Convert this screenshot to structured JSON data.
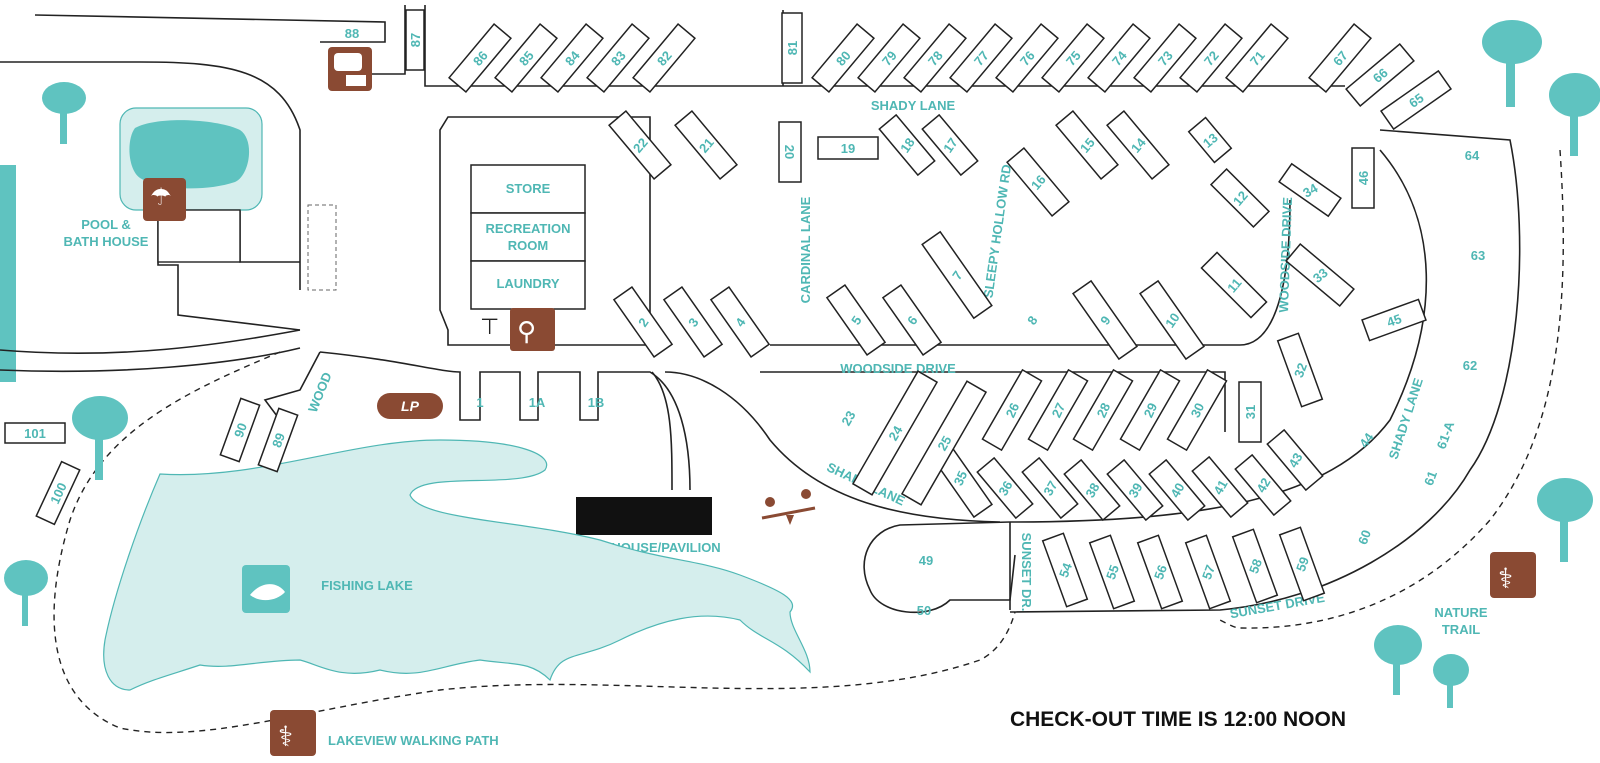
{
  "labels": {
    "pool": [
      "POOL &",
      "BATH HOUSE"
    ],
    "store": "STORE",
    "recreation": [
      "RECREATION",
      "ROOM"
    ],
    "laundry": "LAUNDRY",
    "lp": "LP",
    "clubhouse": "CLUBHOUSE/PAVILION",
    "fishing_lake": "FISHING LAKE",
    "nature_trail": [
      "NATURE",
      "TRAIL"
    ],
    "walking_path": "LAKEVIEW WALKING PATH",
    "checkout": "CHECK-OUT TIME IS 12:00 NOON"
  },
  "roads": {
    "shady_lane_top": "SHADY LANE",
    "cardinal": "CARDINAL LANE",
    "sleepy_hollow": "SLEEPY  HOLLOW  RD.",
    "woodside_v": "WOODSIDE  DRIVE",
    "woodside_h": "WOODSIDE DRIVE",
    "shady_lane_mid": "SHADY LANE",
    "shady_lane_right": "SHADY LANE",
    "sunset_dr_v": "SUNSET DR.",
    "sunset_drive": "SUNSET DRIVE",
    "wood": "WOOD"
  },
  "sites": [
    "88",
    "87",
    "86",
    "85",
    "84",
    "83",
    "82",
    "81",
    "80",
    "79",
    "78",
    "77",
    "76",
    "75",
    "74",
    "73",
    "72",
    "71",
    "67",
    "66",
    "65",
    "64",
    "63",
    "62",
    "61-A",
    "61",
    "60",
    "59",
    "58",
    "57",
    "56",
    "55",
    "54",
    "50",
    "49",
    "46",
    "45",
    "44",
    "43",
    "42",
    "41",
    "40",
    "39",
    "38",
    "37",
    "36",
    "35",
    "34",
    "33",
    "32",
    "31",
    "30",
    "29",
    "28",
    "27",
    "26",
    "25",
    "24",
    "23",
    "22",
    "21",
    "20",
    "19",
    "18",
    "17",
    "16",
    "15",
    "14",
    "13",
    "12",
    "11",
    "10",
    "9",
    "8",
    "7",
    "6",
    "5",
    "4",
    "3",
    "2",
    "1",
    "1A",
    "1B",
    "90",
    "89",
    "100",
    "101"
  ]
}
